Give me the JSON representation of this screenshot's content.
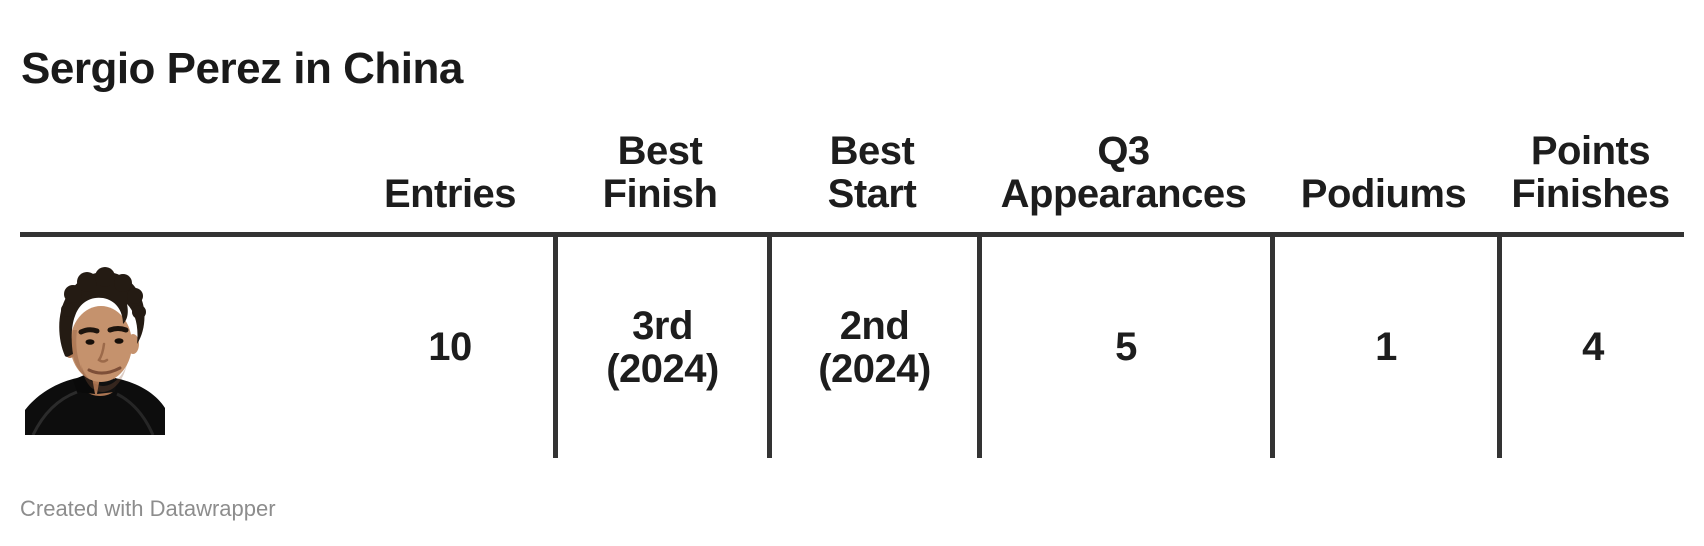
{
  "header": {
    "title": "Sergio Perez in China"
  },
  "table": {
    "columns": [
      {
        "key": "photo",
        "label": ""
      },
      {
        "key": "entries",
        "label": "Entries"
      },
      {
        "key": "best_finish",
        "label": "Best\nFinish"
      },
      {
        "key": "best_start",
        "label": "Best\nStart"
      },
      {
        "key": "q3_appearances",
        "label": "Q3\nAppearances"
      },
      {
        "key": "podiums",
        "label": "Podiums"
      },
      {
        "key": "points_finishes",
        "label": "Points\nFinishes"
      }
    ],
    "row": {
      "photo_alt": "Sergio Perez portrait photo",
      "entries": "10",
      "best_finish": "3rd\n(2024)",
      "best_start": "2nd\n(2024)",
      "q3_appearances": "5",
      "podiums": "1",
      "points_finishes": "4"
    }
  },
  "footer": {
    "credit": "Created with Datawrapper"
  },
  "colors": {
    "text": "#1d1d1d",
    "border": "#333333",
    "footer_text": "#8d8d8d",
    "background": "#ffffff"
  },
  "chart_data": {
    "type": "table",
    "title": "Sergio Perez in China",
    "columns": [
      "Entries",
      "Best Finish",
      "Best Start",
      "Q3 Appearances",
      "Podiums",
      "Points Finishes"
    ],
    "rows": [
      {
        "subject": "Sergio Perez",
        "values": [
          "10",
          "3rd (2024)",
          "2nd (2024)",
          "5",
          "1",
          "4"
        ]
      }
    ],
    "layout_hints": {
      "header_rule": true,
      "column_dividers": true,
      "first_column_content": "driver photo"
    }
  }
}
